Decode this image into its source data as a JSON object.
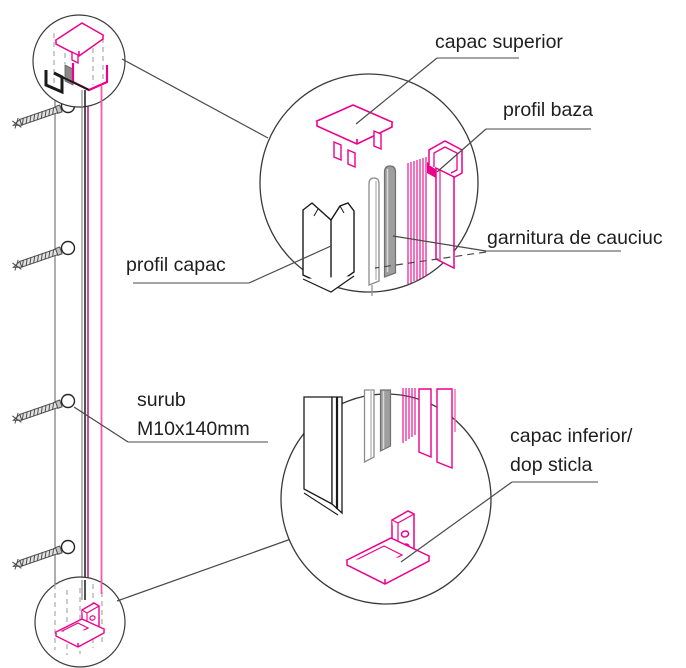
{
  "diagram": {
    "kind": "exploded-assembly-technical-drawing",
    "labels": {
      "capac_superior": "capac superior",
      "profil_baza": "profil baza",
      "garnitura_cauciuc": "garnitura de cauciuc",
      "profil_capac": "profil capac",
      "surub_line1": "surub",
      "surub_line2": "M10x140mm",
      "capac_inferior_line1": "capac inferior/",
      "capac_inferior_line2": "dop sticla"
    },
    "colors": {
      "magenta": "#EC008C",
      "pink": "#F45CA8",
      "dark_magenta": "#C2006F",
      "gasket_gray": "#9E9E9E",
      "line_gray": "#8C8C8C",
      "outline_black": "#1A1A1A",
      "leader_gray": "#6E6E6E",
      "text": "#1F1F1F"
    },
    "screws": {
      "count": 4
    }
  }
}
